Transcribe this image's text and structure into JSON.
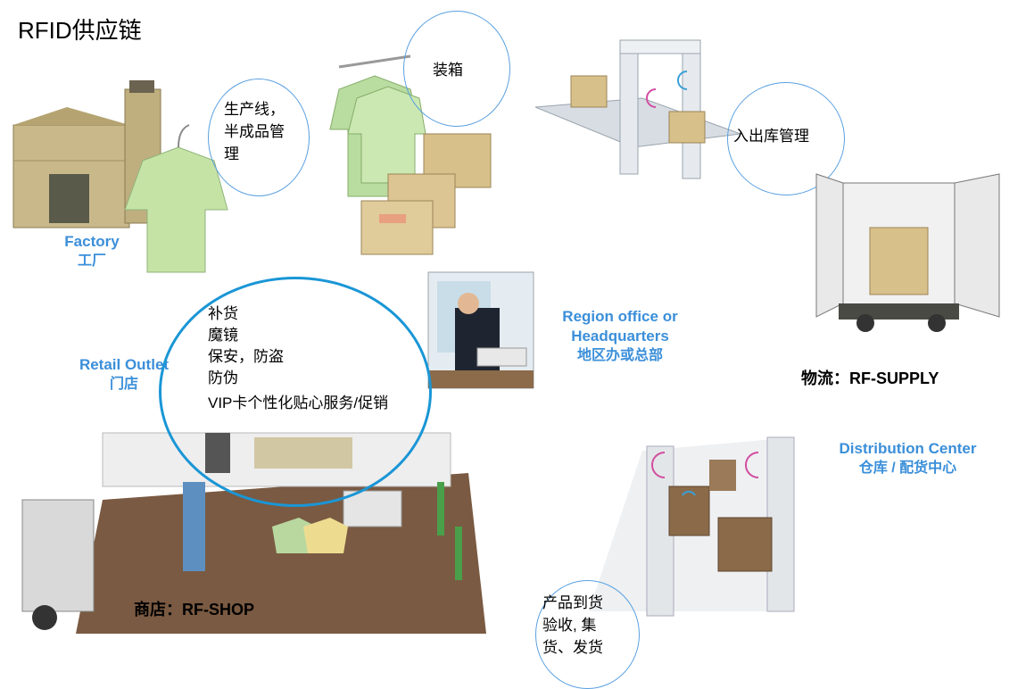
{
  "title": "RFID供应链",
  "factory": {
    "label_en": "Factory",
    "label_cn": "工厂",
    "bubble_lines": [
      "生产线，",
      "半成品管",
      "理"
    ]
  },
  "packing": {
    "bubble_text": "装箱"
  },
  "warehouse_gate": {
    "bubble_text": "入出库管理"
  },
  "logistics": {
    "caption": "物流：RF-SUPPLY"
  },
  "region_office": {
    "label_en_1": "Region office or",
    "label_en_2": "Headquarters",
    "label_cn": "地区办或总部"
  },
  "retail": {
    "label_en": "Retail Outlet",
    "label_cn": "门店",
    "bubble_lines": [
      "补货",
      "魔镜",
      "保安，防盗",
      "防伪",
      "VIP卡个性化贴心服务/促销"
    ],
    "caption": "商店：RF-SHOP"
  },
  "distribution": {
    "label_en": "Distribution Center",
    "label_cn": "仓库 / 配货中心",
    "bubble_lines": [
      "产品到货",
      "验收, 集",
      "货、发货"
    ]
  }
}
